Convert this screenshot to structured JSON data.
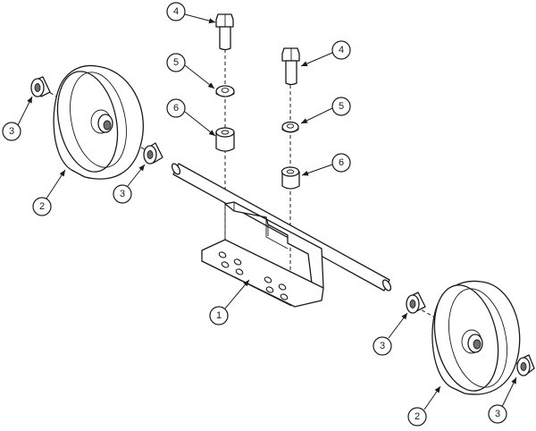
{
  "callouts": [
    {
      "id": "bracket",
      "label": "1"
    },
    {
      "id": "wheel-left",
      "label": "2"
    },
    {
      "id": "wheel-right",
      "label": "2"
    },
    {
      "id": "collar-left-outer",
      "label": "3"
    },
    {
      "id": "collar-left-inner",
      "label": "3"
    },
    {
      "id": "collar-right-inner",
      "label": "3"
    },
    {
      "id": "collar-right-outer",
      "label": "3"
    },
    {
      "id": "bolt-left",
      "label": "4"
    },
    {
      "id": "bolt-right",
      "label": "4"
    },
    {
      "id": "washer-left",
      "label": "5"
    },
    {
      "id": "washer-right",
      "label": "5"
    },
    {
      "id": "spacer-left",
      "label": "6"
    },
    {
      "id": "spacer-right",
      "label": "6"
    }
  ]
}
